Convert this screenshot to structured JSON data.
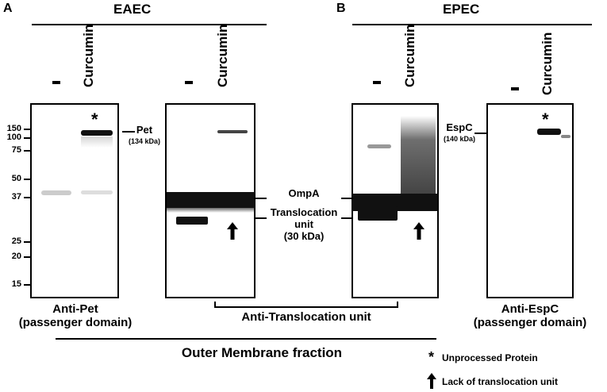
{
  "panels": {
    "a_letter": "A",
    "b_letter": "B",
    "a_title": "EAEC",
    "b_title": "EPEC"
  },
  "lanes": {
    "minus": "-",
    "curcumin": "Curcumin"
  },
  "mw_markers": [
    "150",
    "100",
    "75",
    "50",
    "37",
    "25",
    "20",
    "15"
  ],
  "annotations": {
    "pet": "Pet",
    "pet_kda": "(134 kDa)",
    "ompa": "OmpA",
    "translocation_unit": "Translocation unit",
    "translocation_kda": "(30 kDa)",
    "espc": "EspC",
    "espc_kda": "(140 kDa)",
    "asterisk": "*"
  },
  "captions": {
    "anti_pet_line1": "Anti-Pet",
    "anti_pet_line2": "(passenger domain)",
    "anti_translocation": "Anti-Translocation unit",
    "anti_espc_line1": "Anti-EspC",
    "anti_espc_line2": "(passenger domain)",
    "outer_membrane": "Outer Membrane fraction"
  },
  "legend": {
    "asterisk_symbol": "*",
    "asterisk_text": "Unprocessed Protein",
    "arrow_text": "Lack of translocation unit"
  }
}
